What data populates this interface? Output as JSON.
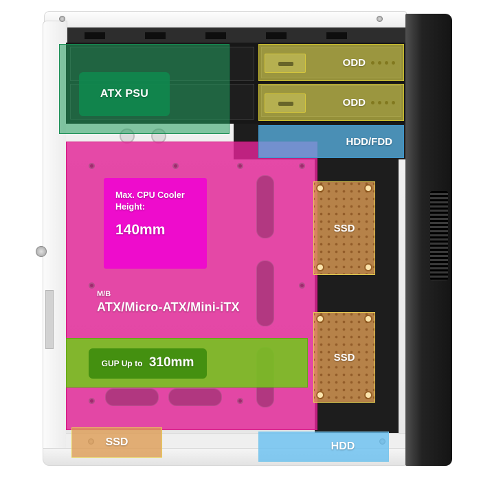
{
  "page": {
    "title": "PC Case Component Compatibility Diagram"
  },
  "colors": {
    "psu-fill": "rgba(35,158,95,0.55)",
    "psu-border": "rgba(22,140,82,0.95)",
    "psu-label-bg": "rgba(16,135,78,0.9)",
    "odd-fill": "rgba(233,225,80,0.6)",
    "odd-border": "rgba(205,193,45,0.95)",
    "blue-fill": "rgba(90,181,232,0.75)",
    "blue-border": "rgba(60,150,205,0.9)",
    "mb-fill": "rgba(226,35,150,0.82)",
    "mb-border": "rgba(210,15,125,0.9)",
    "cpu-box-bg": "rgba(238,10,205,0.95)",
    "gpu-fill": "rgba(116,198,29,0.88)",
    "gpu-border": "rgba(95,170,18,0.95)",
    "gpu-label-bg": "rgba(63,141,14,0.92)",
    "ssd-fill": "rgba(221,156,85,0.8)",
    "ssd-border": "rgba(232,208,82,0.95)",
    "hdd-fill": "rgba(100,190,240,0.78)",
    "hdd-border": "rgba(125,199,234,0.9)"
  },
  "overlays": {
    "psu": {
      "label": "ATX PSU"
    },
    "odd_top": {
      "label": "ODD"
    },
    "odd_bottom": {
      "label": "ODD"
    },
    "hdd_fdd": {
      "label": "HDD/FDD"
    },
    "cpu_cooler": {
      "line1": "Max. CPU Cooler",
      "line2": "Height:",
      "value": "140mm"
    },
    "motherboard": {
      "tag": "M/B",
      "label": "ATX/Micro-ATX/Mini-iTX"
    },
    "gpu": {
      "prefix": "GUP Up to",
      "value": "310mm"
    },
    "ssd_right_top": {
      "label": "SSD"
    },
    "ssd_right_bottom": {
      "label": "SSD"
    },
    "ssd_bottom": {
      "label": "SSD"
    },
    "hdd_bottom": {
      "label": "HDD"
    }
  }
}
